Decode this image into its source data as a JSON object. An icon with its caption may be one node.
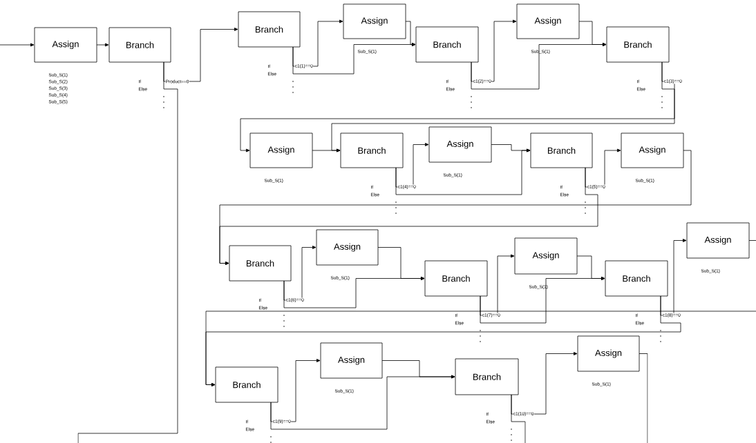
{
  "diagram": {
    "nodes": [
      {
        "text": [
          "Assign"
        ],
        "beside": [
          "Sub_S(1)",
          "Sub_S(2)",
          "Sub_S(3)",
          "Sub_S(4)",
          "Sub_S(5)"
        ]
      },
      {
        "text": [
          "Branch"
        ],
        "beside": [
          "If",
          "Else"
        ]
      },
      {
        "text": [
          "Branch"
        ],
        "beside": [
          "If",
          "Else"
        ]
      },
      {
        "text": [
          "Assign"
        ],
        "beside": [
          "Sub_S(1)"
        ]
      },
      {
        "text": [
          "Branch"
        ],
        "beside": [
          "If",
          "Else"
        ]
      },
      {
        "text": [
          "Assign"
        ],
        "beside": [
          "Sub_S(1)"
        ]
      },
      {
        "text": [
          "Branch"
        ],
        "beside": [
          "If",
          "Else"
        ]
      },
      {
        "text": [
          "Assign"
        ],
        "beside": [
          "Sub_S(1)"
        ]
      },
      {
        "text": [
          "Branch"
        ],
        "beside": [
          "If",
          "Else"
        ]
      },
      {
        "text": [
          "Assign"
        ],
        "beside": [
          "Sub_S(1)"
        ]
      },
      {
        "text": [
          "Branch"
        ],
        "beside": [
          "If",
          "Else"
        ]
      },
      {
        "text": [
          "Assign"
        ],
        "beside": [
          "Sub_S(1)"
        ]
      },
      {
        "text": [
          "Branch"
        ],
        "beside": [
          "If",
          "Else"
        ]
      },
      {
        "text": [
          "Assign"
        ],
        "beside": [
          "Sub_S(1)"
        ]
      },
      {
        "text": [
          "Branch"
        ],
        "beside": [
          "If",
          "Else"
        ]
      },
      {
        "text": [
          "Assign"
        ],
        "beside": [
          "Sub_S(1)"
        ]
      },
      {
        "text": [
          "Branch"
        ],
        "beside": [
          "If",
          "Else"
        ]
      },
      {
        "text": [
          "Assign"
        ],
        "beside": [
          "Sub_S(1)"
        ]
      },
      {
        "text": [
          "Branch"
        ],
        "beside": [
          "If",
          "Else"
        ]
      },
      {
        "text": [
          "Assign"
        ],
        "beside": [
          "Sub_S(1)"
        ]
      },
      {
        "text": [
          "Branch"
        ],
        "beside": [
          "If",
          "Else"
        ]
      },
      {
        "text": [
          "Assign"
        ],
        "beside": [
          "Sub_S(1)"
        ]
      }
    ],
    "edges": [
      {
        "from": null,
        "to": 0,
        "arrow": "to"
      },
      {
        "from": 0,
        "to": 1,
        "arrow": "to"
      },
      {
        "from": 1,
        "to": 2,
        "arrow": "to",
        "label": "Product==0"
      },
      {
        "from": 1,
        "to": null,
        "arrow": "none"
      },
      {
        "from": 2,
        "to": 3,
        "arrow": "to",
        "label": "c1(1)==0"
      },
      {
        "from": 2,
        "to": 4,
        "arrow": "to"
      },
      {
        "from": 3,
        "to": 4,
        "arrow": "to"
      },
      {
        "from": 4,
        "to": 5,
        "arrow": "to",
        "label": "c1(2)==0"
      },
      {
        "from": 4,
        "to": 6,
        "arrow": "to"
      },
      {
        "from": 5,
        "to": 6,
        "arrow": "to"
      },
      {
        "from": 6,
        "to": 7,
        "arrow": "to",
        "label": "c1(3)==0"
      },
      {
        "from": 6,
        "to": 8,
        "arrow": "to"
      },
      {
        "from": 7,
        "to": 8,
        "arrow": "to"
      },
      {
        "from": 8,
        "to": 9,
        "arrow": "to",
        "label": "c1(4)==0"
      },
      {
        "from": 8,
        "to": 10,
        "arrow": "to"
      },
      {
        "from": 9,
        "to": 10,
        "arrow": "to"
      },
      {
        "from": 10,
        "to": 11,
        "arrow": "to",
        "label": "c1(5)==0"
      },
      {
        "from": 10,
        "to": 12,
        "arrow": "to"
      },
      {
        "from": 11,
        "to": 12,
        "arrow": "to"
      },
      {
        "from": 12,
        "to": 13,
        "arrow": "to",
        "label": "c1(6)==0"
      },
      {
        "from": 12,
        "to": 14,
        "arrow": "to"
      },
      {
        "from": 13,
        "to": 14,
        "arrow": "to"
      },
      {
        "from": 14,
        "to": 15,
        "arrow": "to",
        "label": "c1(7)==0"
      },
      {
        "from": 14,
        "to": 16,
        "arrow": "to"
      },
      {
        "from": 15,
        "to": 16,
        "arrow": "to"
      },
      {
        "from": 16,
        "to": 17,
        "arrow": "to",
        "label": "c1(8)==0"
      },
      {
        "from": 16,
        "to": 18,
        "arrow": "to"
      },
      {
        "from": 17,
        "to": null,
        "arrow": "none"
      },
      {
        "from": null,
        "to": 18,
        "arrow": "to"
      },
      {
        "from": 18,
        "to": 19,
        "arrow": "to",
        "label": "c1(9)==0"
      },
      {
        "from": 18,
        "to": 20,
        "arrow": "to"
      },
      {
        "from": 19,
        "to": 20,
        "arrow": "to"
      },
      {
        "from": 20,
        "to": 21,
        "arrow": "to",
        "label": "c1(10)==0"
      },
      {
        "from": 20,
        "to": null,
        "arrow": "none"
      },
      {
        "from": 21,
        "to": null,
        "arrow": "none"
      }
    ]
  }
}
